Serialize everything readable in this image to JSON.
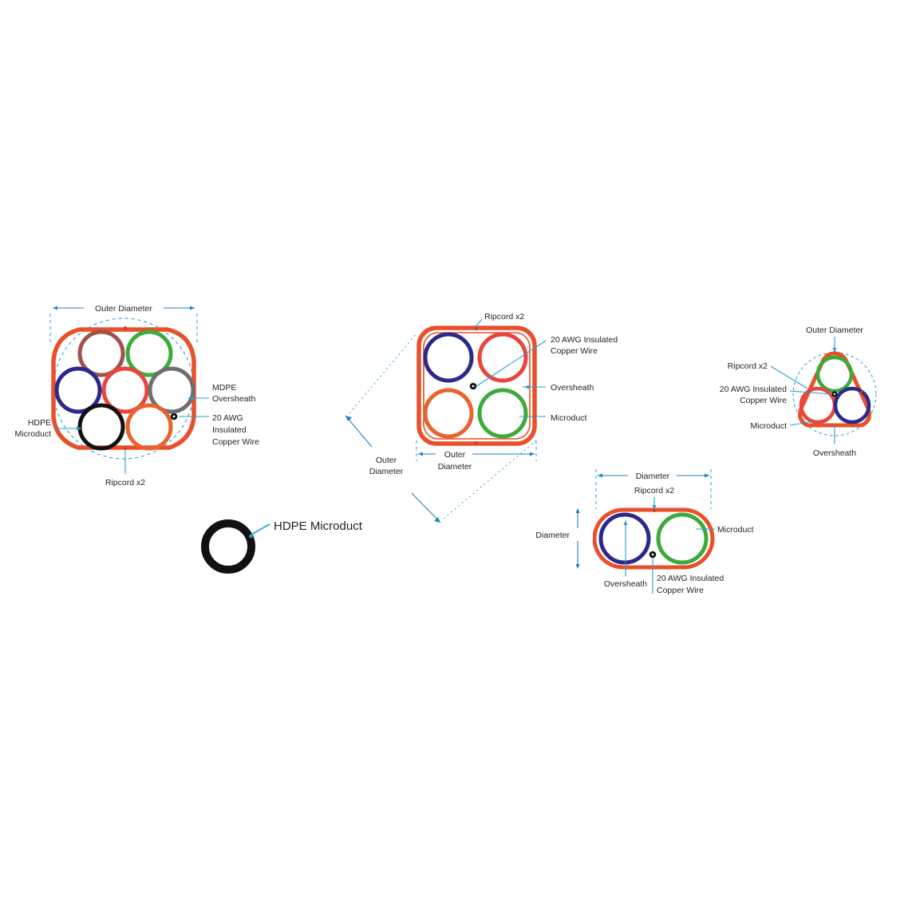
{
  "colors": {
    "oversheath": "#e8502a",
    "leader": "#2a9fd6",
    "dim_line": "#1b86c4",
    "dash_circle": "#2a9fd6",
    "ripcord": "#d9372a",
    "copper": "#111111",
    "text": "#231f20",
    "duct_brown": "#a0524a",
    "duct_green": "#3bab3b",
    "duct_blue": "#2a2a8c",
    "duct_red": "#e8453c",
    "duct_gray": "#6d6e70",
    "duct_black": "#111111",
    "duct_orange": "#e8642a"
  },
  "diagram_7": {
    "name": "7-way microduct cable cross-section",
    "labels": {
      "outer_diameter": "Outer Diameter",
      "mdpe_oversheath_line1": "MDPE",
      "mdpe_oversheath_line2": "Oversheath",
      "copper_line1": "20 AWG",
      "copper_line2": "Insulated",
      "copper_line3": "Copper Wire",
      "hdpe_line1": "HDPE",
      "hdpe_line2": "Microduct",
      "ripcord": "Ripcord x2"
    },
    "ducts": [
      {
        "position": "top-left",
        "color": "duct_brown"
      },
      {
        "position": "top-right",
        "color": "duct_green"
      },
      {
        "position": "middle-left",
        "color": "duct_blue"
      },
      {
        "position": "center",
        "color": "duct_red"
      },
      {
        "position": "middle-right",
        "color": "duct_gray"
      },
      {
        "position": "bottom-left",
        "color": "duct_black"
      },
      {
        "position": "bottom-right",
        "color": "duct_orange"
      }
    ],
    "duct_count": 7,
    "ripcord_count": 2,
    "copper_wire_count": 1
  },
  "diagram_4": {
    "name": "4-way microduct cable cross-section",
    "labels": {
      "ripcord": "Ripcord x2",
      "copper_line1": "20 AWG Insulated",
      "copper_line2": "Copper Wire",
      "oversheath": "Oversheath",
      "microduct": "Microduct",
      "outer_diameter_h": "Outer",
      "outer_diameter_h2": "Diameter",
      "outer_diameter_d": "Outer",
      "outer_diameter_d2": "Diameter"
    },
    "ducts": [
      {
        "position": "top-left",
        "color": "duct_blue"
      },
      {
        "position": "top-right",
        "color": "duct_red"
      },
      {
        "position": "bottom-left",
        "color": "duct_orange"
      },
      {
        "position": "bottom-right",
        "color": "duct_green"
      }
    ],
    "duct_count": 4,
    "ripcord_count": 2,
    "copper_wire_count": 1
  },
  "diagram_3": {
    "name": "3-way microduct cable cross-section",
    "labels": {
      "outer_diameter": "Outer Diameter",
      "ripcord": "Ripcord x2",
      "copper_line1": "20 AWG Insulated",
      "copper_line2": "Copper Wire",
      "microduct": "Microduct",
      "oversheath": "Oversheath"
    },
    "ducts": [
      {
        "position": "top",
        "color": "duct_green"
      },
      {
        "position": "bottom-left",
        "color": "duct_red"
      },
      {
        "position": "bottom-right",
        "color": "duct_blue"
      }
    ],
    "duct_count": 3,
    "ripcord_count": 2,
    "copper_wire_count": 1
  },
  "diagram_2": {
    "name": "2-way microduct cable cross-section",
    "labels": {
      "diameter_h": "Diameter",
      "diameter_v": "Diameter",
      "ripcord": "Ripcord x2",
      "microduct": "Microduct",
      "oversheath": "Oversheath",
      "copper_line1": "20 AWG Insulated",
      "copper_line2": "Copper Wire"
    },
    "ducts": [
      {
        "position": "left",
        "color": "duct_blue"
      },
      {
        "position": "right",
        "color": "duct_green"
      }
    ],
    "duct_count": 2,
    "ripcord_count": 2,
    "copper_wire_count": 1
  },
  "diagram_1": {
    "name": "single HDPE microduct",
    "labels": {
      "hdpe_microduct": "HDPE Microduct"
    },
    "duct_count": 1
  }
}
